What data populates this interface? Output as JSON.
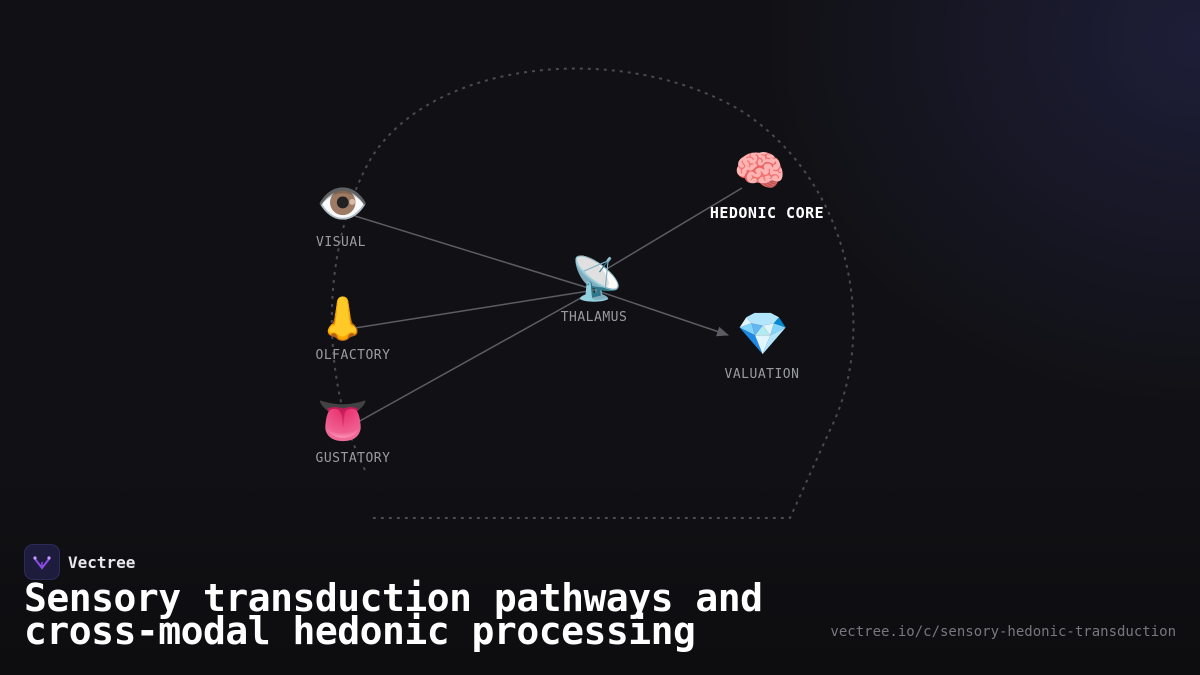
{
  "brand": {
    "name": "Vectree"
  },
  "title": "Sensory transduction pathways and cross-modal hedonic processing",
  "url": "vectree.io/c/sensory-hedonic-transduction",
  "colors": {
    "background": "#111115",
    "edge": "#5c5c64",
    "boundary": "#4a4a52",
    "accent": "#7b3fd6"
  },
  "diagram": {
    "nodes": [
      {
        "id": "visual",
        "label": "VISUAL",
        "icon": "👁️",
        "icon_name": "eye-icon"
      },
      {
        "id": "olfactory",
        "label": "OLFACTORY",
        "icon": "👃",
        "icon_name": "nose-icon"
      },
      {
        "id": "gustatory",
        "label": "GUSTATORY",
        "icon": "👅",
        "icon_name": "tongue-icon"
      },
      {
        "id": "thalamus",
        "label": "THALAMUS",
        "icon": "📡",
        "icon_name": "satellite-dish-icon"
      },
      {
        "id": "hedonic_core",
        "label": "HEDONIC CORE",
        "icon": "🧠",
        "icon_name": "brain-icon"
      },
      {
        "id": "valuation",
        "label": "VALUATION",
        "icon": "💎",
        "icon_name": "gem-icon"
      }
    ],
    "edges": [
      {
        "from": "visual",
        "to": "thalamus",
        "arrow": false
      },
      {
        "from": "olfactory",
        "to": "thalamus",
        "arrow": false
      },
      {
        "from": "gustatory",
        "to": "thalamus",
        "arrow": false
      },
      {
        "from": "thalamus",
        "to": "hedonic_core",
        "arrow": false
      },
      {
        "from": "thalamus",
        "to": "valuation",
        "arrow": true
      }
    ]
  }
}
